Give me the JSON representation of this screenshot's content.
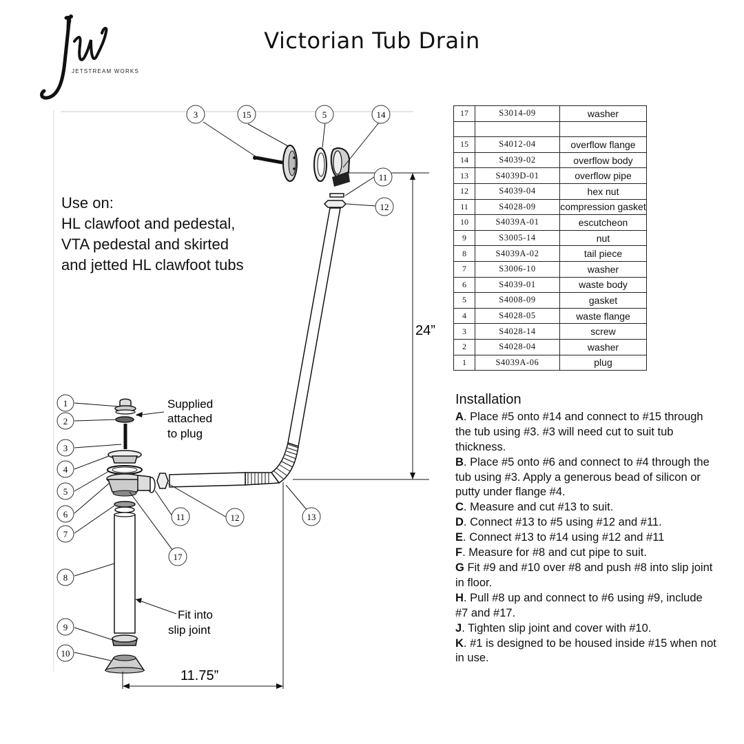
{
  "brand": {
    "monogram": "jw",
    "name": "JETSTREAM WORKS"
  },
  "title": "Victorian Tub Drain",
  "use_on": {
    "heading": "Use on:",
    "lines": [
      "HL clawfoot and pedestal,",
      "VTA pedestal and skirted",
      "and jetted HL clawfoot tubs"
    ]
  },
  "diagram": {
    "callouts": [
      "1",
      "2",
      "3",
      "4",
      "5",
      "6",
      "7",
      "8",
      "9",
      "10",
      "11",
      "12",
      "13",
      "14",
      "15",
      "17"
    ],
    "dimensions": {
      "height": "24”",
      "width": "11.75”"
    },
    "notes": {
      "supplied": [
        "Supplied",
        "attached",
        "to plug"
      ],
      "fit": [
        "Fit into",
        "slip joint"
      ]
    }
  },
  "parts": [
    {
      "num": "17",
      "code": "S3014-09",
      "name": "washer"
    },
    {
      "num": "",
      "code": "",
      "name": ""
    },
    {
      "num": "15",
      "code": "S4012-04",
      "name": "overflow flange"
    },
    {
      "num": "14",
      "code": "S4039-02",
      "name": "overflow body"
    },
    {
      "num": "13",
      "code": "S4039D-01",
      "name": "overflow pipe"
    },
    {
      "num": "12",
      "code": "S4039-04",
      "name": "hex nut"
    },
    {
      "num": "11",
      "code": "S4028-09",
      "name": "compression gasket"
    },
    {
      "num": "10",
      "code": "S4039A-01",
      "name": "escutcheon"
    },
    {
      "num": "9",
      "code": "S3005-14",
      "name": "nut"
    },
    {
      "num": "8",
      "code": "S4039A-02",
      "name": "tail piece"
    },
    {
      "num": "7",
      "code": "S3006-10",
      "name": "washer"
    },
    {
      "num": "6",
      "code": "S4039-01",
      "name": "waste body"
    },
    {
      "num": "5",
      "code": "S4008-09",
      "name": "gasket"
    },
    {
      "num": "4",
      "code": "S4028-05",
      "name": "waste flange"
    },
    {
      "num": "3",
      "code": "S4028-14",
      "name": "screw"
    },
    {
      "num": "2",
      "code": "S4028-04",
      "name": "washer"
    },
    {
      "num": "1",
      "code": "S4039A-06",
      "name": "plug"
    }
  ],
  "installation": {
    "heading": "Installation",
    "steps": [
      {
        "letter": "A",
        "sep": ". ",
        "text": "Place #5 onto #14 and connect to #15 through the tub using #3. #3 will need cut to suit tub thickness."
      },
      {
        "letter": "B",
        "sep": ". ",
        "text": "Place #5 onto #6 and connect to #4 through the tub using #3. Apply a generous bead of silicon or putty under flange #4."
      },
      {
        "letter": "C",
        "sep": ". ",
        "text": "Measure and cut #13 to suit."
      },
      {
        "letter": "D",
        "sep": ". ",
        "text": "Connect #13 to #5 using #12 and #11."
      },
      {
        "letter": "E",
        "sep": ". ",
        "text": "Connect #13 to #14 using #12 and #11"
      },
      {
        "letter": "F",
        "sep": ". ",
        "text": "Measure for #8 and cut pipe to suit."
      },
      {
        "letter": "G",
        "sep": " ",
        "text": "Fit #9 and #10 over #8 and push #8 into slip joint in floor."
      },
      {
        "letter": "H",
        "sep": ". ",
        "text": "Pull #8 up and connect to #6 using #9, include #7 and #17."
      },
      {
        "letter": "J",
        "sep": ". ",
        "text": "Tighten slip joint and cover with #10."
      },
      {
        "letter": "K",
        "sep": ". ",
        "text": "#1 is designed to be housed inside #15 when not in use."
      }
    ]
  }
}
